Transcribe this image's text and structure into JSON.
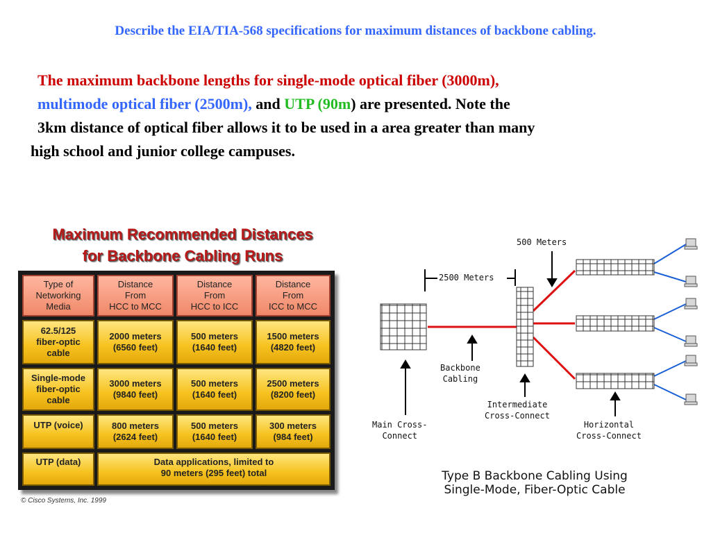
{
  "heading": "Describe the EIA/TIA-568 specifications for maximum distances of backbone cabling.",
  "paragraph": {
    "l1": "The maximum backbone lengths for single-mode optical fiber (3000m),",
    "l2_blue": "multimode optical fiber (2500m),",
    "l2_and": " and ",
    "l2_green": "UTP (90m",
    "l2_rest": ") are presented. Note the",
    "l3": "3km distance of optical fiber allows it to be used in a area greater than many",
    "l4": "high school and junior college campuses."
  },
  "table": {
    "title_l1": "Maximum Recommended Distances",
    "title_l2": "for Backbone Cabling Runs",
    "headers": [
      "Type of\nNetworking\nMedia",
      "Distance\nFrom\nHCC to MCC",
      "Distance\nFrom\nHCC to ICC",
      "Distance\nFrom\nICC to MCC"
    ],
    "rows": [
      [
        "62.5/125\nfiber-optic\ncable",
        "2000 meters\n(6560 feet)",
        "500 meters\n(1640 feet)",
        "1500 meters\n(4820 feet)"
      ],
      [
        "Single-mode\nfiber-optic\ncable",
        "3000 meters\n(9840 feet)",
        "500 meters\n(1640 feet)",
        "2500 meters\n(8200 feet)"
      ],
      [
        "UTP (voice)",
        "800 meters\n(2624 feet)",
        "500 meters\n(1640 feet)",
        "300 meters\n(984 feet)"
      ]
    ],
    "last_row_label": "UTP (data)",
    "last_row_text": "Data applications, limited to\n90 meters (295 feet) total",
    "copyright": "© Cisco Systems, Inc. 1999"
  },
  "diagram": {
    "label_500": "500 Meters",
    "label_2500": "2500 Meters",
    "backbone": "Backbone\nCabling",
    "main_cc": "Main Cross-\nConnect",
    "inter_cc": "Intermediate\nCross-Connect",
    "horiz_cc": "Horizontal\nCross-Connect",
    "title": "Type B Backbone Cabling Using\nSingle-Mode, Fiber-Optic Cable"
  },
  "colors": {
    "heading": "#3366ff",
    "red_text": "#cc0000",
    "green_text": "#22bb22",
    "fiber": "#dd1111",
    "utp": "#1a5fd6"
  }
}
